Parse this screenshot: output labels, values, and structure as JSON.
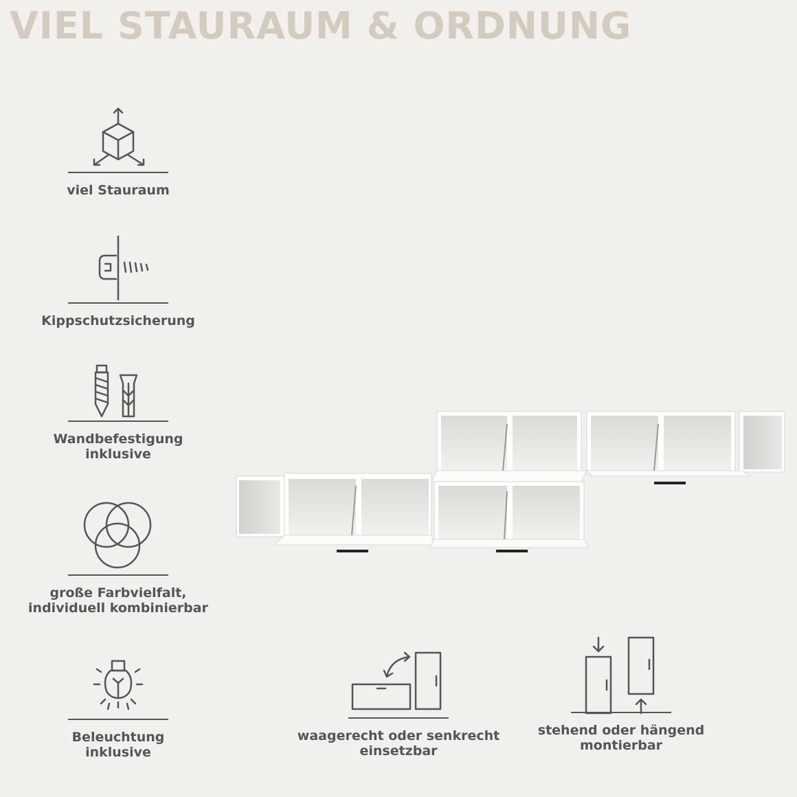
{
  "header": {
    "title": "VIEL STAURAUM & ORDNUNG"
  },
  "features": [
    {
      "icon": "cube-arrows-icon",
      "lines": [
        "viel Stauraum"
      ]
    },
    {
      "icon": "wall-screw-icon",
      "lines": [
        "Kippschutzsicherung"
      ]
    },
    {
      "icon": "screw-dowel-icon",
      "lines": [
        "Wandbefestigung",
        "inklusive"
      ]
    },
    {
      "icon": "color-circles-icon",
      "lines": [
        "große Farbvielfalt,",
        "individuell kombinierbar"
      ]
    },
    {
      "icon": "light-bulb-icon",
      "lines": [
        "Beleuchtung",
        "inklusive"
      ]
    },
    {
      "icon": "orientation-swap-icon",
      "lines": [
        "waagerecht oder senkrecht",
        "einsetzbar"
      ]
    },
    {
      "icon": "standing-hanging-icon",
      "lines": [
        "stehend oder hängend",
        "montierbar"
      ]
    }
  ],
  "colors": {
    "title": "#d3cbbd",
    "background": "#f2f0ec",
    "icon": "#555555"
  }
}
